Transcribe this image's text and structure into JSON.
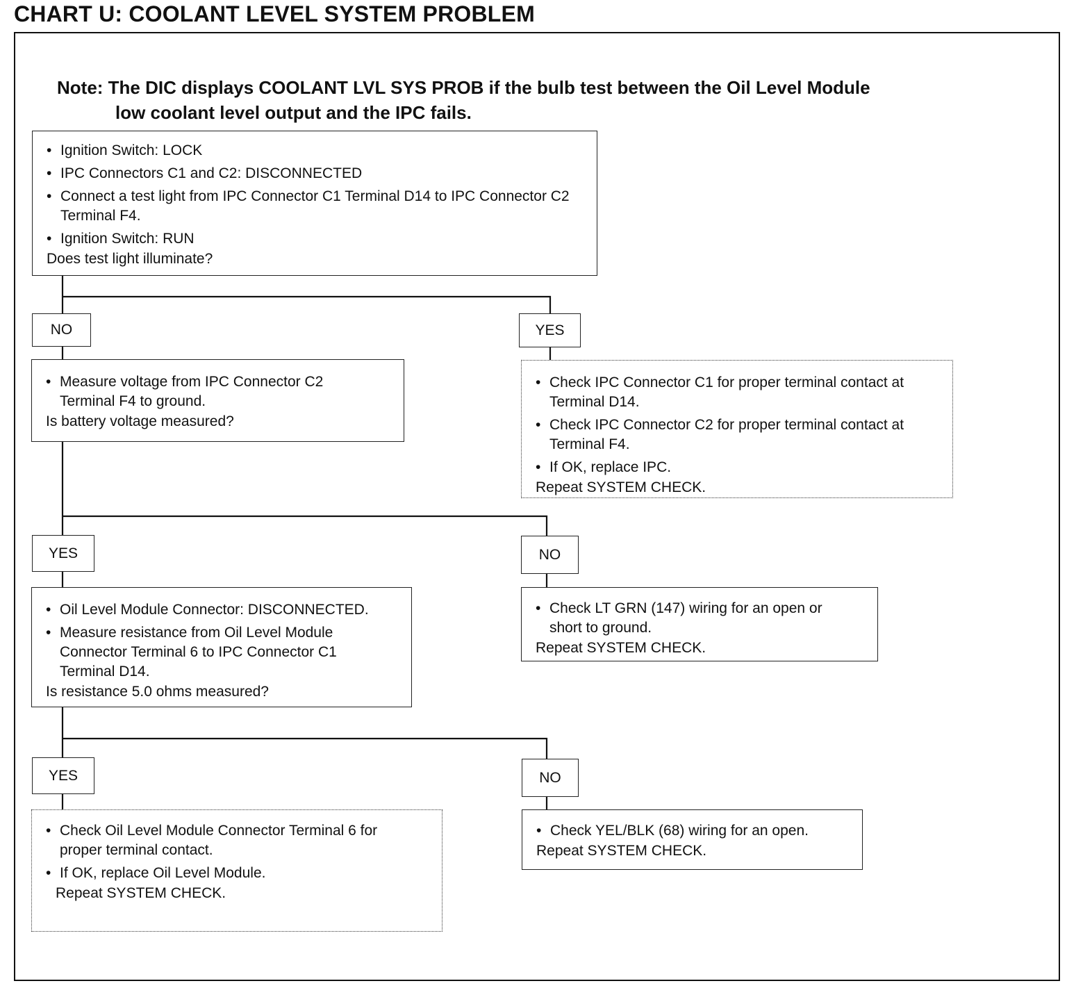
{
  "title": "CHART U: COOLANT LEVEL SYSTEM PROBLEM",
  "note": {
    "line1": "Note: The DIC displays COOLANT LVL SYS PROB if the bulb test between the Oil Level Module",
    "line2": "low coolant level output and the IPC fails."
  },
  "step1": {
    "items": [
      "Ignition Switch: LOCK",
      "IPC Connectors C1 and C2:  DISCONNECTED",
      "Connect a test light from IPC Connector C1 Terminal D14 to IPC Connector C2 Terminal F4.",
      "Ignition Switch:  RUN"
    ],
    "question": "Does test light illuminate?"
  },
  "labels": {
    "s1_no": "NO",
    "s1_yes": "YES",
    "s2_yes": "YES",
    "s2_no": "NO",
    "s3_yes": "YES",
    "s3_no": "NO"
  },
  "step2": {
    "items": [
      "Measure voltage from IPC Connector C2 Terminal F4 to ground."
    ],
    "question": "Is battery voltage measured?"
  },
  "result_s1_yes": {
    "items": [
      "Check IPC Connector C1 for proper terminal contact at Terminal D14.",
      "Check IPC Connector C2 for proper terminal contact at Terminal F4.",
      "If OK, replace IPC."
    ],
    "footer": "Repeat SYSTEM CHECK."
  },
  "step3": {
    "items": [
      "Oil Level Module Connector:  DISCONNECTED.",
      "Measure resistance from Oil Level Module Connector Terminal 6 to IPC Connector C1 Terminal D14."
    ],
    "question": "Is resistance 5.0 ohms measured?"
  },
  "result_s2_no": {
    "items": [
      "Check LT GRN (147) wiring for an open or short to ground."
    ],
    "footer": "Repeat SYSTEM CHECK."
  },
  "result_s3_yes": {
    "items": [
      "Check Oil Level Module Connector Terminal 6 for proper terminal contact.",
      "If OK, replace Oil Level Module."
    ],
    "footer": "Repeat SYSTEM CHECK."
  },
  "result_s3_no": {
    "items": [
      "Check YEL/BLK (68) wiring for an open."
    ],
    "footer": "Repeat SYSTEM CHECK."
  }
}
